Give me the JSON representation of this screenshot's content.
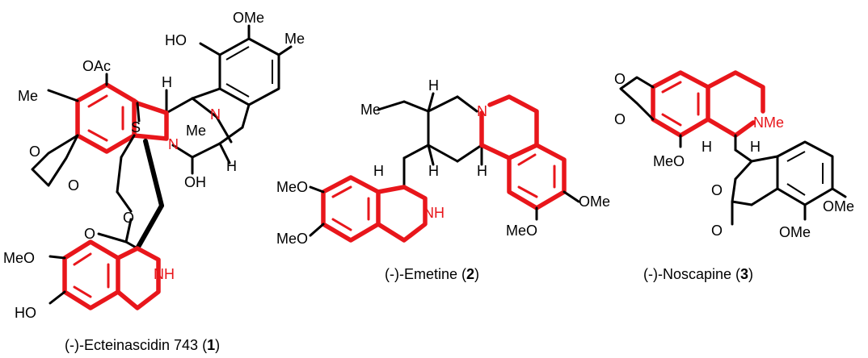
{
  "molecules": [
    {
      "caption_pre": "(-)-Ecteinascidin 743 (",
      "caption_num": "1",
      "caption_post": ")",
      "labels": {
        "ome": "OMe",
        "ho": "HO",
        "me_top": "Me",
        "oac": "OAc",
        "me_left": "Me",
        "h_top": "H",
        "n_bridge": "N",
        "me_n": "Me",
        "s": "S",
        "n_mid": "N",
        "oh": "OH",
        "h_right": "H",
        "o1": "O",
        "o2": "O",
        "o_ester": "O",
        "o_carbonyl": "O",
        "meo": "MeO",
        "nh": "NH",
        "ho_bottom": "HO"
      }
    },
    {
      "caption_pre": "(-)-Emetine (",
      "caption_num": "2",
      "caption_post": ")",
      "labels": {
        "me": "Me",
        "h1": "H",
        "n": "N",
        "h2": "H",
        "h3": "H",
        "h4": "H",
        "meo1": "MeO",
        "meo2": "MeO",
        "nh": "NH",
        "ome": "OMe",
        "meo3": "MeO"
      }
    },
    {
      "caption_pre": "(-)-Noscapine (",
      "caption_num": "3",
      "caption_post": ")",
      "labels": {
        "o1": "O",
        "o2": "O",
        "nme": "NMe",
        "meo": "MeO",
        "h1": "H",
        "h2": "H",
        "o_ring": "O",
        "o_carbonyl": "O",
        "ome1": "OMe",
        "ome2": "OMe"
      }
    }
  ]
}
